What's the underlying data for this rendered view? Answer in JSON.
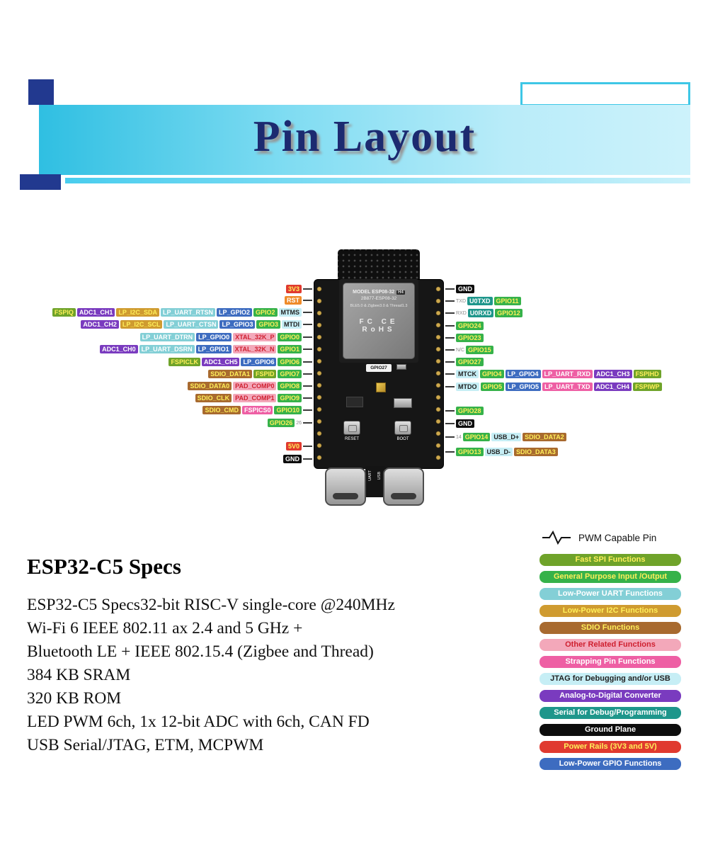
{
  "header": {
    "title": "Pin Layout"
  },
  "board": {
    "module": {
      "line1": "MODEL ESP08-32",
      "tag": "H4",
      "line2": "2B877-ESP08-32",
      "line3": "BLE5.0 & Zigbee3.0 & Thread1.3",
      "marks": "FC CE RoHS"
    },
    "gpio27_label": "GPIO27",
    "reset_label": "RESET",
    "boot_label": "BOOT",
    "uart_label": "UART",
    "usb_label": "USB"
  },
  "pin_colors": {
    "power": {
      "bg": "#e03a2f",
      "fg": "#ffef5a"
    },
    "ground": {
      "bg": "#0d0d0d",
      "fg": "#ffffff"
    },
    "gpio": {
      "bg": "#36b24a",
      "fg": "#ffef5a"
    },
    "fastspi": {
      "bg": "#6fa32a",
      "fg": "#ffef5a"
    },
    "lp_uart": {
      "bg": "#83cfd6",
      "fg": "#ffffff"
    },
    "lp_i2c": {
      "bg": "#cf9b30",
      "fg": "#ffef5a"
    },
    "lp_gpio": {
      "bg": "#3d6cc0",
      "fg": "#ffffff"
    },
    "sdio": {
      "bg": "#a86a2f",
      "fg": "#ffef5a"
    },
    "other": {
      "bg": "#f3a8ba",
      "fg": "#cf2030"
    },
    "strapping": {
      "bg": "#ee5fa4",
      "fg": "#ffffff"
    },
    "jtag": {
      "bg": "#c6eef5",
      "fg": "#222222"
    },
    "adc": {
      "bg": "#7a3bbf",
      "fg": "#ffffff"
    },
    "serial": {
      "bg": "#1e968b",
      "fg": "#ffffff"
    },
    "reset": {
      "bg": "#ef8b2a",
      "fg": "#ffffff"
    }
  },
  "left_pins": [
    {
      "badges": [
        {
          "t": "3V3",
          "c": "power"
        }
      ]
    },
    {
      "badges": [
        {
          "t": "RST",
          "c": "reset"
        }
      ]
    },
    {
      "badges": [
        {
          "t": "FSPIQ",
          "c": "fastspi"
        },
        {
          "t": "ADC1_CH1",
          "c": "adc"
        },
        {
          "t": "LP_I2C_SDA",
          "c": "lp_i2c"
        },
        {
          "t": "LP_UART_RTSN",
          "c": "lp_uart"
        },
        {
          "t": "LP_GPIO2",
          "c": "lp_gpio"
        },
        {
          "t": "GPIO2",
          "c": "gpio"
        },
        {
          "t": "MTMS",
          "c": "jtag"
        }
      ]
    },
    {
      "badges": [
        {
          "t": "ADC1_CH2",
          "c": "adc"
        },
        {
          "t": "LP_I2C_SCL",
          "c": "lp_i2c"
        },
        {
          "t": "LP_UART_CTSN",
          "c": "lp_uart"
        },
        {
          "t": "LP_GPIO3",
          "c": "lp_gpio"
        },
        {
          "t": "GPIO3",
          "c": "gpio"
        },
        {
          "t": "MTDI",
          "c": "jtag"
        }
      ]
    },
    {
      "badges": [
        {
          "t": "LP_UART_DTRN",
          "c": "lp_uart"
        },
        {
          "t": "LP_GPIO0",
          "c": "lp_gpio"
        },
        {
          "t": "XTAL_32K_P",
          "c": "other"
        },
        {
          "t": "GPIO0",
          "c": "gpio"
        }
      ]
    },
    {
      "badges": [
        {
          "t": "ADC1_CH0",
          "c": "adc"
        },
        {
          "t": "LP_UART_DSRN",
          "c": "lp_uart"
        },
        {
          "t": "LP_GPIO1",
          "c": "lp_gpio"
        },
        {
          "t": "XTAL_32K_N",
          "c": "other"
        },
        {
          "t": "GPIO1",
          "c": "gpio"
        }
      ]
    },
    {
      "badges": [
        {
          "t": "FSPICLK",
          "c": "fastspi"
        },
        {
          "t": "ADC1_CH5",
          "c": "adc"
        },
        {
          "t": "LP_GPIO6",
          "c": "lp_gpio"
        },
        {
          "t": "GPIO6",
          "c": "gpio"
        }
      ]
    },
    {
      "badges": [
        {
          "t": "SDIO_DATA1",
          "c": "sdio"
        },
        {
          "t": "FSPID",
          "c": "fastspi"
        },
        {
          "t": "GPIO7",
          "c": "gpio"
        }
      ]
    },
    {
      "badges": [
        {
          "t": "SDIO_DATA0",
          "c": "sdio"
        },
        {
          "t": "PAD_COMP0",
          "c": "other"
        },
        {
          "t": "GPIO8",
          "c": "gpio"
        }
      ]
    },
    {
      "badges": [
        {
          "t": "SDIO_CLK",
          "c": "sdio"
        },
        {
          "t": "PAD_COMP1",
          "c": "other"
        },
        {
          "t": "GPIO9",
          "c": "gpio"
        }
      ]
    },
    {
      "badges": [
        {
          "t": "SDIO_CMD",
          "c": "sdio"
        },
        {
          "t": "FSPICS0",
          "c": "strapping"
        },
        {
          "t": "GPIO10",
          "c": "gpio"
        }
      ]
    },
    {
      "badges": [
        {
          "t": "GPIO26",
          "c": "gpio"
        }
      ],
      "edge": "26"
    },
    {
      "badges": [
        {
          "t": "5V0",
          "c": "power"
        }
      ]
    },
    {
      "badges": [
        {
          "t": "GND",
          "c": "ground"
        }
      ]
    }
  ],
  "right_pins": [
    {
      "badges": [
        {
          "t": "GND",
          "c": "ground"
        }
      ]
    },
    {
      "edge": "TXD",
      "badges": [
        {
          "t": "U0TXD",
          "c": "serial"
        },
        {
          "t": "GPIO11",
          "c": "gpio"
        }
      ]
    },
    {
      "edge": "RXD",
      "badges": [
        {
          "t": "U0RXD",
          "c": "serial"
        },
        {
          "t": "GPIO12",
          "c": "gpio"
        }
      ]
    },
    {
      "badges": [
        {
          "t": "GPIO24",
          "c": "gpio"
        }
      ]
    },
    {
      "badges": [
        {
          "t": "GPIO23",
          "c": "gpio"
        }
      ]
    },
    {
      "edge": "N/C",
      "badges": [
        {
          "t": "GPIO15",
          "c": "gpio"
        }
      ]
    },
    {
      "badges": [
        {
          "t": "GPIO27",
          "c": "gpio"
        }
      ]
    },
    {
      "badges": [
        {
          "t": "MTCK",
          "c": "jtag"
        },
        {
          "t": "GPIO4",
          "c": "gpio"
        },
        {
          "t": "LP_GPIO4",
          "c": "lp_gpio"
        },
        {
          "t": "LP_UART_RXD",
          "c": "strapping"
        },
        {
          "t": "ADC1_CH3",
          "c": "adc"
        },
        {
          "t": "FSPIHD",
          "c": "fastspi"
        }
      ]
    },
    {
      "badges": [
        {
          "t": "MTDO",
          "c": "jtag"
        },
        {
          "t": "GPIO5",
          "c": "gpio"
        },
        {
          "t": "LP_GPIO5",
          "c": "lp_gpio"
        },
        {
          "t": "LP_UART_TXD",
          "c": "strapping"
        },
        {
          "t": "ADC1_CH4",
          "c": "adc"
        },
        {
          "t": "FSPIWP",
          "c": "fastspi"
        }
      ]
    },
    {
      "badges": [
        {
          "t": "GPIO28",
          "c": "gpio"
        }
      ]
    },
    {
      "badges": [
        {
          "t": "GND",
          "c": "ground"
        }
      ]
    },
    {
      "edge": "14",
      "badges": [
        {
          "t": "GPIO14",
          "c": "gpio"
        },
        {
          "t": "USB_D+",
          "c": "jtag"
        },
        {
          "t": "SDIO_DATA2",
          "c": "sdio"
        }
      ]
    },
    {
      "badges": [
        {
          "t": "GPIO13",
          "c": "gpio"
        },
        {
          "t": "USB_D-",
          "c": "jtag"
        },
        {
          "t": "SDIO_DATA3",
          "c": "sdio"
        }
      ]
    }
  ],
  "specs": {
    "title": "ESP32-C5 Specs",
    "lines": [
      "ESP32-C5 Specs32-bit RISC-V single-core @240MHz",
      "Wi-Fi 6 IEEE 802.11 ax 2.4 and 5 GHz +",
      "Bluetooth LE + IEEE 802.15.4 (Zigbee and Thread)",
      "384 KB SRAM",
      "320 KB ROM",
      "LED PWM 6ch, 1x 12-bit ADC with 6ch, CAN FD",
      "USB Serial/JTAG, ETM, MCPWM"
    ]
  },
  "legend": {
    "pwm_label": "PWM Capable Pin",
    "items": [
      {
        "label": "Fast SPI Functions",
        "c": "fastspi"
      },
      {
        "label": "General Purpose Input /Output",
        "c": "gpio"
      },
      {
        "label": "Low-Power UART Functions",
        "c": "lp_uart"
      },
      {
        "label": "Low-Power I2C Functions",
        "c": "lp_i2c"
      },
      {
        "label": "SDIO Functions",
        "c": "sdio"
      },
      {
        "label": "Other Related Functions",
        "c": "other"
      },
      {
        "label": "Strapping Pin Functions",
        "c": "strapping"
      },
      {
        "label": "JTAG for Debugging and/or USB",
        "c": "jtag"
      },
      {
        "label": "Analog-to-Digital Converter",
        "c": "adc"
      },
      {
        "label": "Serial for Debug/Programming",
        "c": "serial"
      },
      {
        "label": "Ground Plane",
        "c": "ground"
      },
      {
        "label": "Power Rails (3V3 and 5V)",
        "c": "power"
      },
      {
        "label": "Low-Power GPIO Functions",
        "c": "lp_gpio"
      }
    ]
  }
}
